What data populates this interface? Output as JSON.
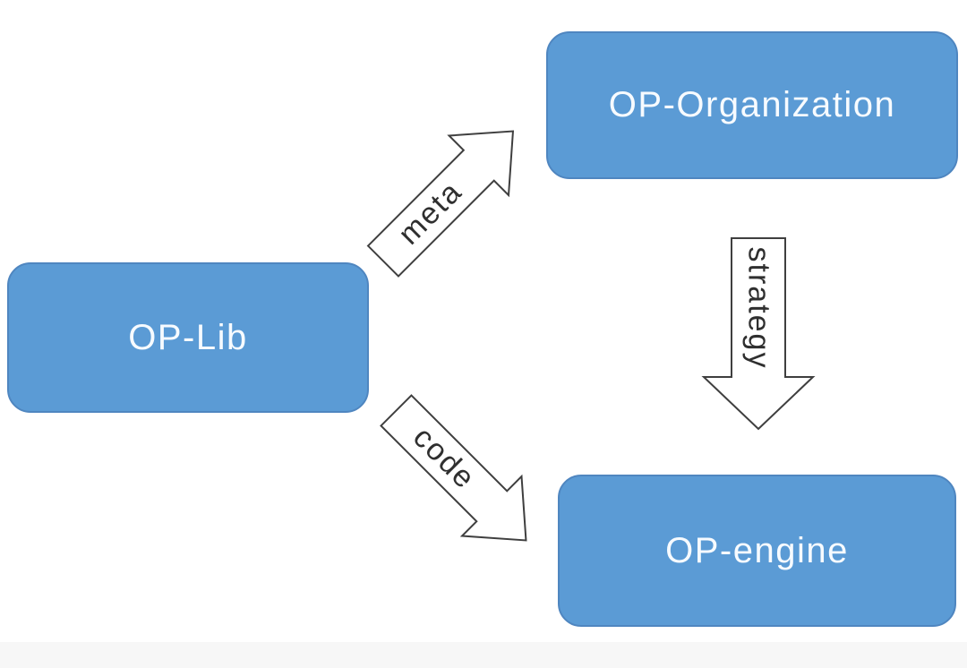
{
  "diagram": {
    "nodes": [
      {
        "id": "op-lib",
        "label": "OP-Lib"
      },
      {
        "id": "op-organization",
        "label": "OP-Organization"
      },
      {
        "id": "op-engine",
        "label": "OP-engine"
      }
    ],
    "edges": [
      {
        "from": "OP-Lib",
        "to": "OP-Organization",
        "label": "meta",
        "direction": "up-right"
      },
      {
        "from": "OP-Lib",
        "to": "OP-engine",
        "label": "code",
        "direction": "down-right"
      },
      {
        "from": "OP-Organization",
        "to": "OP-engine",
        "label": "strategy",
        "direction": "down"
      }
    ],
    "colors": {
      "node_fill": "#5b9bd5",
      "node_border": "#4f86c0",
      "node_text": "#f7fbff",
      "arrow_fill": "#ffffff",
      "arrow_stroke": "#3f3f3f",
      "edge_label_text": "#2f2f2f",
      "footer_strip": "#f7f7f7",
      "background": "#ffffff"
    }
  }
}
